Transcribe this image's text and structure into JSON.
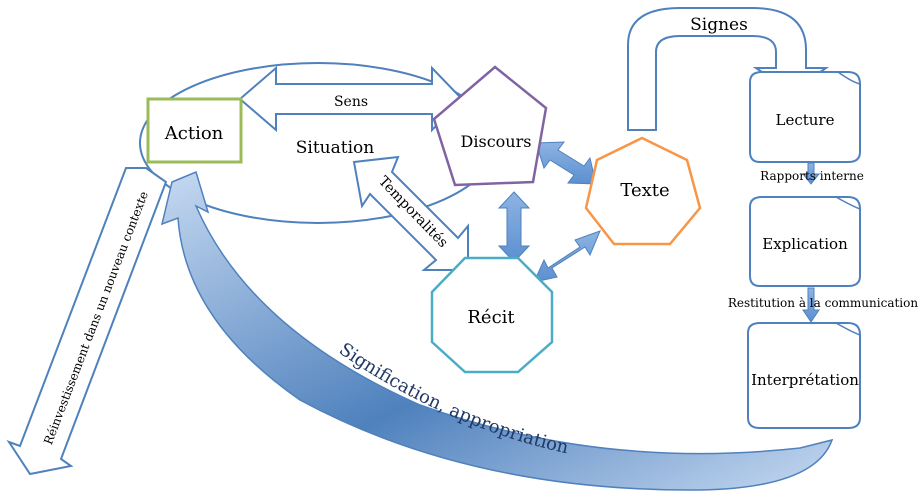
{
  "nodes": {
    "action": "Action",
    "situation": "Situation",
    "discours": "Discours",
    "texte": "Texte",
    "recit": "Récit",
    "lecture": "Lecture",
    "explication": "Explication",
    "interpretation": "Interprétation"
  },
  "labels": {
    "sens": "Sens",
    "signes": "Signes",
    "temporalites": "Temporalités",
    "reinvestissement": "Réinvestissement dans un nouveau contexte",
    "signification": "Signification, appropriation",
    "rapports_interne": "Rapports interne",
    "restitution": "Restitution à la communication"
  },
  "colors": {
    "arrow_blue": "#4f81bd",
    "arrow_fill": "#dbe5f1",
    "action_border": "#9bbb59",
    "discours_border": "#8064a2",
    "texte_border": "#f79646",
    "recit_border": "#4bacc6",
    "scroll_border": "#4f81bd"
  }
}
